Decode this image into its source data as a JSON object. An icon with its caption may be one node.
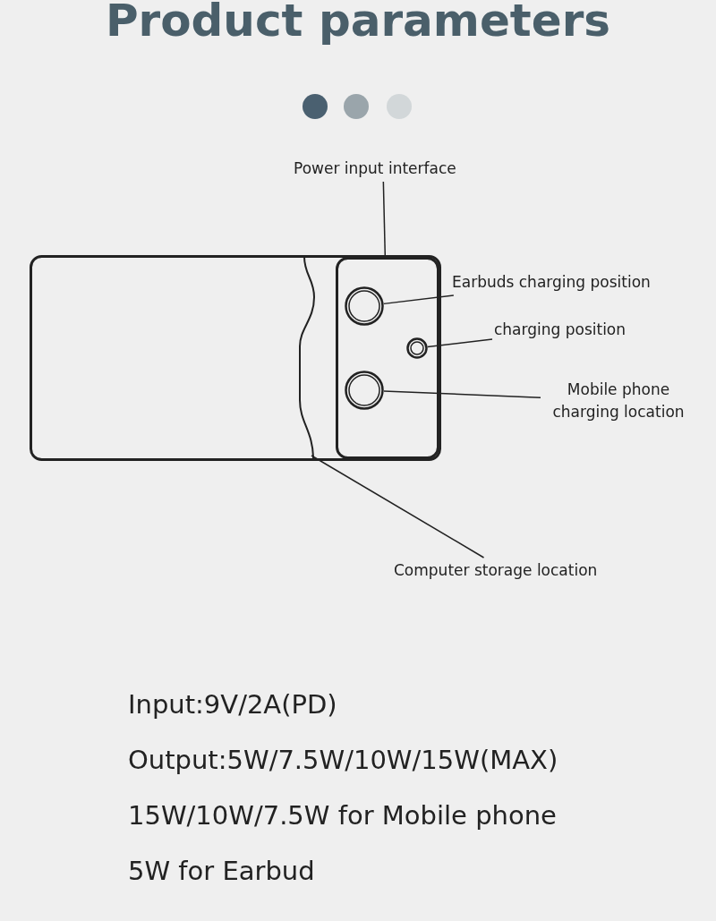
{
  "diagram": {
    "title": "Product parameters",
    "nodes": [
      {
        "text": [
          "Power input interface"
        ]
      },
      {
        "text": [
          "Earbuds charging position"
        ]
      },
      {
        "text": [
          "charging position"
        ]
      },
      {
        "text": [
          "Mobile phone charging location"
        ]
      },
      {
        "text": [
          "Computer storage location"
        ]
      },
      {
        "text": [],
        "shape": "box"
      },
      {
        "text": [],
        "shape": "box",
        "in": 5
      },
      {
        "text": [],
        "shape": "circle",
        "in": 6
      },
      {
        "text": [],
        "shape": "circle",
        "in": 6
      },
      {
        "text": [],
        "shape": "circle",
        "in": 6
      },
      {
        "text": [],
        "shape": "box",
        "in": 5
      }
    ],
    "edges": [
      {
        "from": 0,
        "to": 6,
        "arrow": "none"
      },
      {
        "from": 1,
        "to": 7,
        "arrow": "none"
      },
      {
        "from": 2,
        "to": 8,
        "arrow": "none"
      },
      {
        "from": 3,
        "to": 9,
        "arrow": "none"
      },
      {
        "from": 4,
        "to": 10,
        "arrow": "none"
      }
    ],
    "labels": [
      "Input:9V/2A(PD)",
      "Output:5W/7.5W/10W/15W(MAX)",
      "15W/10W/7.5W for Mobile phone",
      "5W for Earbud"
    ]
  }
}
